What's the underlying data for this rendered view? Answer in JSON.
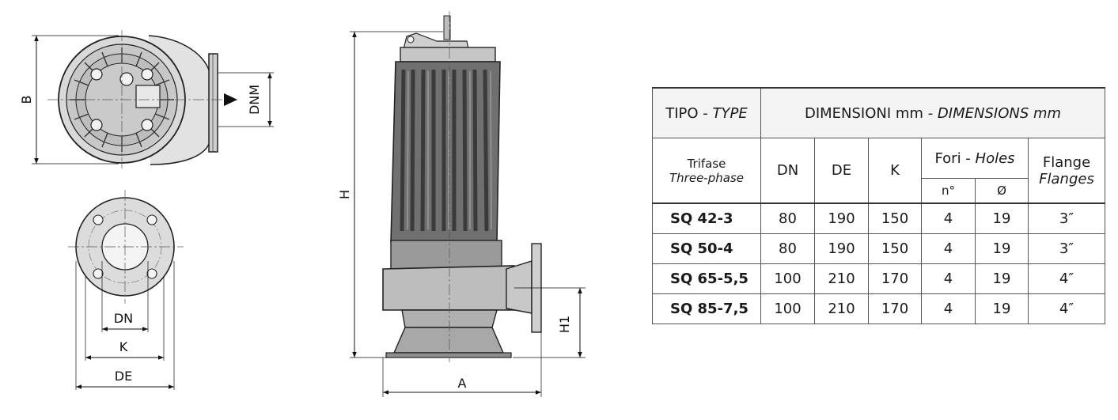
{
  "diagram": {
    "labels": {
      "b": "B",
      "dnm": "DNM",
      "h": "H",
      "h1": "H1",
      "a": "A",
      "dn": "DN",
      "k": "K",
      "de": "DE"
    }
  },
  "table": {
    "title_type": "TIPO",
    "title_type_en": "TYPE",
    "title_dims": "DIMENSIONI mm",
    "title_dims_en": "DIMENSIONS mm",
    "sep": " - ",
    "phase": "Trifase",
    "phase_en": "Three-phase",
    "col_dn": "DN",
    "col_de": "DE",
    "col_k": "K",
    "holes": "Fori",
    "holes_en": "Holes",
    "holes_n": "n°",
    "holes_d": "Ø",
    "flange": "Flange",
    "flange_en": "Flanges",
    "rows": [
      {
        "model": "SQ 42-3",
        "dn": "80",
        "de": "190",
        "k": "150",
        "n": "4",
        "d": "19",
        "flange": "3″"
      },
      {
        "model": "SQ 50-4",
        "dn": "80",
        "de": "190",
        "k": "150",
        "n": "4",
        "d": "19",
        "flange": "3″"
      },
      {
        "model": "SQ 65-5,5",
        "dn": "100",
        "de": "210",
        "k": "170",
        "n": "4",
        "d": "19",
        "flange": "4″"
      },
      {
        "model": "SQ 85-7,5",
        "dn": "100",
        "de": "210",
        "k": "170",
        "n": "4",
        "d": "19",
        "flange": "4″"
      }
    ]
  }
}
